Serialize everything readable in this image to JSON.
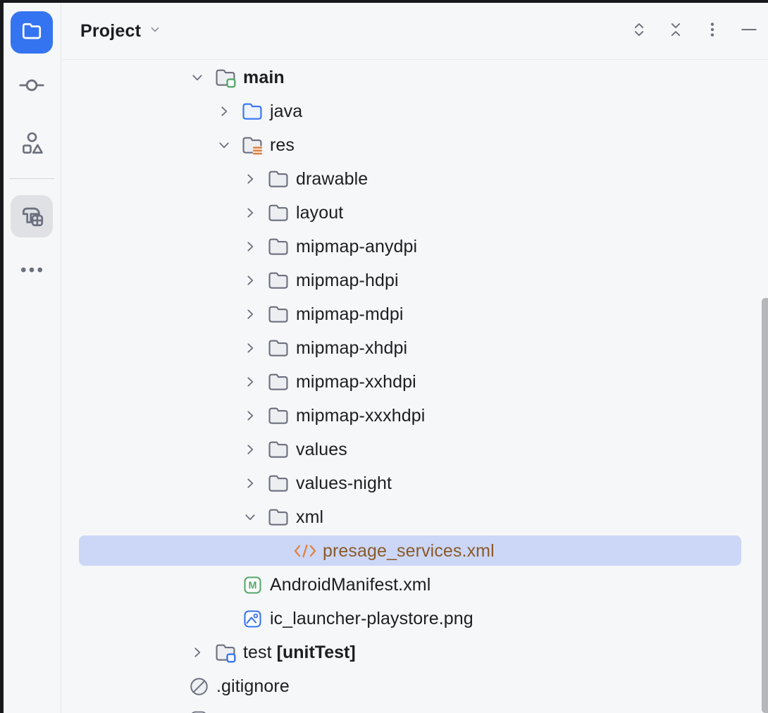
{
  "colors": {
    "accent_blue": "#3574f0",
    "selection_bg": "#ccd7f7",
    "selected_text_brown": "#8a5a28",
    "xml_orange": "#e0823e",
    "android_green": "#55a76a",
    "icon_gray": "#6c707e",
    "panel_bg": "#f6f7f9",
    "dark_edge": "#17181b",
    "build_highlight": "#dfe1e5",
    "scrollbar": "#b5b7bb"
  },
  "sidebar": {
    "buttons": [
      {
        "id": "project",
        "icon": "project-folder",
        "state": "accent-selected"
      },
      {
        "id": "commit",
        "icon": "commit",
        "state": "normal"
      },
      {
        "id": "structure",
        "icon": "structure",
        "state": "normal"
      },
      {
        "id": "build",
        "icon": "build-hammer",
        "state": "active-highlight"
      },
      {
        "id": "more",
        "icon": "more-dots",
        "state": "normal"
      }
    ]
  },
  "header": {
    "title": "Project",
    "toolbar_buttons": [
      {
        "id": "expand-all",
        "icon": "expand-all"
      },
      {
        "id": "collapse-all",
        "icon": "collapse-all"
      },
      {
        "id": "options-menu",
        "icon": "kebab"
      },
      {
        "id": "hide-panel",
        "icon": "minimize"
      }
    ]
  },
  "tree": {
    "rows": [
      {
        "label": "main",
        "level": 1,
        "chevron": "expanded",
        "icon": "folder-main-source",
        "bold": true
      },
      {
        "label": "java",
        "level": 2,
        "chevron": "collapsed",
        "icon": "folder-java"
      },
      {
        "label": "res",
        "level": 2,
        "chevron": "expanded",
        "icon": "folder-res"
      },
      {
        "label": "drawable",
        "level": 3,
        "chevron": "collapsed",
        "icon": "folder"
      },
      {
        "label": "layout",
        "level": 3,
        "chevron": "collapsed",
        "icon": "folder"
      },
      {
        "label": "mipmap-anydpi",
        "level": 3,
        "chevron": "collapsed",
        "icon": "folder"
      },
      {
        "label": "mipmap-hdpi",
        "level": 3,
        "chevron": "collapsed",
        "icon": "folder"
      },
      {
        "label": "mipmap-mdpi",
        "level": 3,
        "chevron": "collapsed",
        "icon": "folder"
      },
      {
        "label": "mipmap-xhdpi",
        "level": 3,
        "chevron": "collapsed",
        "icon": "folder"
      },
      {
        "label": "mipmap-xxhdpi",
        "level": 3,
        "chevron": "collapsed",
        "icon": "folder"
      },
      {
        "label": "mipmap-xxxhdpi",
        "level": 3,
        "chevron": "collapsed",
        "icon": "folder"
      },
      {
        "label": "values",
        "level": 3,
        "chevron": "collapsed",
        "icon": "folder"
      },
      {
        "label": "values-night",
        "level": 3,
        "chevron": "collapsed",
        "icon": "folder"
      },
      {
        "label": "xml",
        "level": 3,
        "chevron": "expanded",
        "icon": "folder"
      },
      {
        "label": "presage_services.xml",
        "level": 4,
        "icon": "xml-file",
        "selected": true
      },
      {
        "label": "AndroidManifest.xml",
        "level": 2,
        "icon": "manifest"
      },
      {
        "label": "ic_launcher-playstore.png",
        "level": 2,
        "icon": "image-file"
      },
      {
        "label": "test",
        "suffix": "[unitTest]",
        "level": 1,
        "chevron": "collapsed",
        "icon": "folder-test-source"
      },
      {
        "label": ".gitignore",
        "level": 0,
        "icon": "ignored-file"
      },
      {
        "label": "",
        "level": 1,
        "icon": "clipped-item",
        "clipped": true
      }
    ]
  },
  "scrollbar": {
    "visible": true
  }
}
